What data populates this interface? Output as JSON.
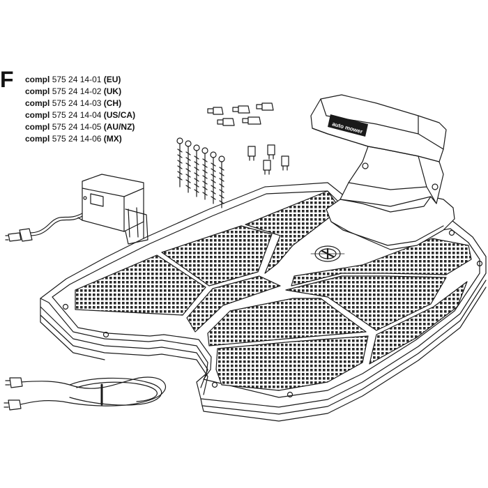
{
  "section": {
    "letter": "F"
  },
  "parts": [
    {
      "prefix": "compl",
      "number": "575 24 14-01",
      "region": "(EU)"
    },
    {
      "prefix": "compl",
      "number": "575 24 14-02",
      "region": "(UK)"
    },
    {
      "prefix": "compl",
      "number": "575 24 14-03",
      "region": "(CH)"
    },
    {
      "prefix": "compl",
      "number": "575 24 14-04",
      "region": "(US/CA)"
    },
    {
      "prefix": "compl",
      "number": "575 24 14-05",
      "region": "(AU/NZ)"
    },
    {
      "prefix": "compl",
      "number": "575 24 14-06",
      "region": "(MX)"
    }
  ],
  "station": {
    "label": "auto mower"
  },
  "colors": {
    "line": "#1a1a1a",
    "fill": "#ffffff",
    "mesh": "#2a2a2a"
  }
}
